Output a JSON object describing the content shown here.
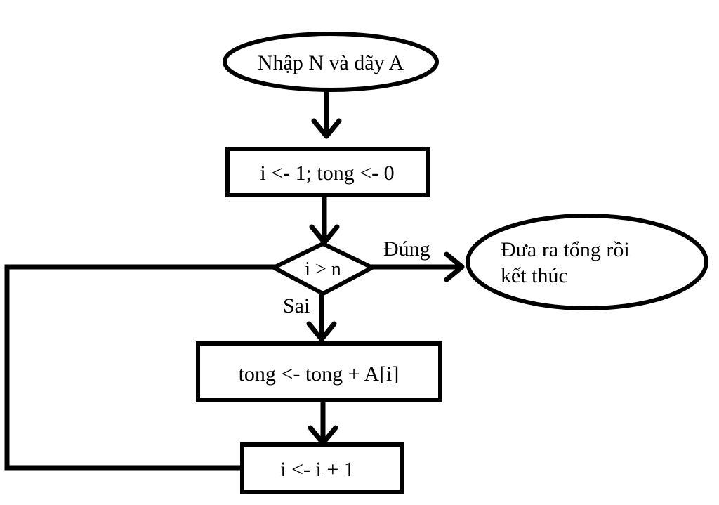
{
  "nodes": {
    "input": "Nhập N và dãy A",
    "init": "i <- 1; tong <- 0",
    "condition": "i > n",
    "output_line1": "Đưa ra tổng rồi",
    "output_line2": "kết thúc",
    "accumulate": "tong <- tong + A[i]",
    "increment": "i <- i + 1"
  },
  "edges": {
    "yes": "Đúng",
    "no": "Sai"
  }
}
